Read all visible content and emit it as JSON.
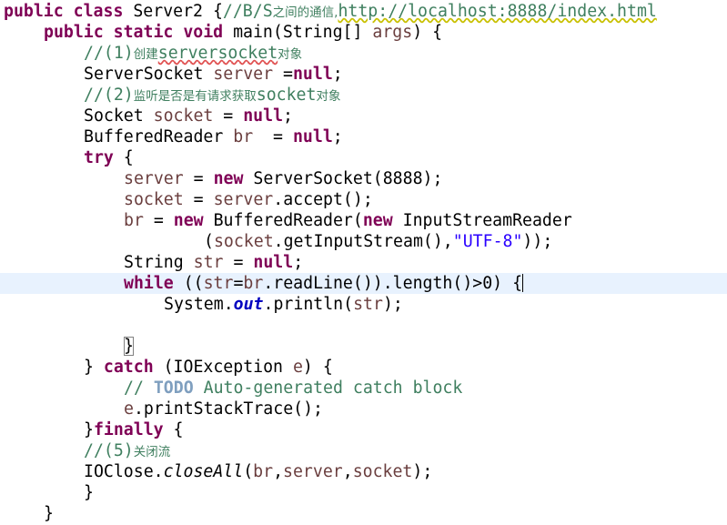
{
  "editor": {
    "lines": [
      {
        "parts": [
          {
            "t": "public",
            "c": "kw"
          },
          {
            "t": " ",
            "c": ""
          },
          {
            "t": "class",
            "c": "kw"
          },
          {
            "t": " Server2 {",
            "c": ""
          },
          {
            "t": "//B/S",
            "c": "cmt"
          },
          {
            "t": "之间的通信,",
            "c": "cmt zh"
          },
          {
            "t": "http://localhost:8888/index.html",
            "c": "cmt url"
          }
        ]
      },
      {
        "parts": [
          {
            "t": "public",
            "c": "kw"
          },
          {
            "t": " ",
            "c": ""
          },
          {
            "t": "static",
            "c": "kw"
          },
          {
            "t": " ",
            "c": ""
          },
          {
            "t": "void",
            "c": "kw"
          },
          {
            "t": " main(String[] ",
            "c": ""
          },
          {
            "t": "args",
            "c": "var"
          },
          {
            "t": ") {",
            "c": ""
          }
        ]
      },
      {
        "parts": [
          {
            "t": "//(1)",
            "c": "cmt"
          },
          {
            "t": "创建",
            "c": "cmt zh"
          },
          {
            "t": "serversocket",
            "c": "cmt spell"
          },
          {
            "t": "对象",
            "c": "cmt zh"
          }
        ]
      },
      {
        "parts": [
          {
            "t": "ServerSocket ",
            "c": ""
          },
          {
            "t": "server",
            "c": "var"
          },
          {
            "t": " =",
            "c": ""
          },
          {
            "t": "null",
            "c": "kw"
          },
          {
            "t": ";",
            "c": ""
          }
        ]
      },
      {
        "parts": [
          {
            "t": "//(2)",
            "c": "cmt"
          },
          {
            "t": "监听是否是有请求获取",
            "c": "cmt zh"
          },
          {
            "t": "socket",
            "c": "cmt"
          },
          {
            "t": "对象",
            "c": "cmt zh"
          }
        ]
      },
      {
        "parts": [
          {
            "t": "Socket ",
            "c": ""
          },
          {
            "t": "socket",
            "c": "var"
          },
          {
            "t": " = ",
            "c": ""
          },
          {
            "t": "null",
            "c": "kw"
          },
          {
            "t": ";",
            "c": ""
          }
        ]
      },
      {
        "parts": [
          {
            "t": "BufferedReader ",
            "c": ""
          },
          {
            "t": "br",
            "c": "var"
          },
          {
            "t": "  = ",
            "c": ""
          },
          {
            "t": "null",
            "c": "kw"
          },
          {
            "t": ";",
            "c": ""
          }
        ]
      },
      {
        "parts": [
          {
            "t": "try",
            "c": "kw"
          },
          {
            "t": " {",
            "c": ""
          }
        ]
      },
      {
        "parts": [
          {
            "t": "server",
            "c": "var"
          },
          {
            "t": " = ",
            "c": ""
          },
          {
            "t": "new",
            "c": "kw"
          },
          {
            "t": " ServerSocket(8888);",
            "c": ""
          }
        ]
      },
      {
        "parts": [
          {
            "t": "socket",
            "c": "var"
          },
          {
            "t": " = ",
            "c": ""
          },
          {
            "t": "server",
            "c": "var"
          },
          {
            "t": ".accept();",
            "c": ""
          }
        ]
      },
      {
        "parts": [
          {
            "t": "br",
            "c": "var"
          },
          {
            "t": " = ",
            "c": ""
          },
          {
            "t": "new",
            "c": "kw"
          },
          {
            "t": " BufferedReader(",
            "c": ""
          },
          {
            "t": "new",
            "c": "kw"
          },
          {
            "t": " InputStreamReader",
            "c": ""
          }
        ]
      },
      {
        "parts": [
          {
            "t": "(",
            "c": ""
          },
          {
            "t": "socket",
            "c": "var"
          },
          {
            "t": ".getInputStream(),",
            "c": ""
          },
          {
            "t": "\"UTF-8\"",
            "c": "str"
          },
          {
            "t": "));",
            "c": ""
          }
        ]
      },
      {
        "parts": [
          {
            "t": "String ",
            "c": ""
          },
          {
            "t": "str",
            "c": "var"
          },
          {
            "t": " = ",
            "c": ""
          },
          {
            "t": "null",
            "c": "kw"
          },
          {
            "t": ";",
            "c": ""
          }
        ]
      },
      {
        "parts": [
          {
            "t": "while",
            "c": "kw"
          },
          {
            "t": " ((",
            "c": ""
          },
          {
            "t": "str",
            "c": "var"
          },
          {
            "t": "=",
            "c": ""
          },
          {
            "t": "br",
            "c": "var"
          },
          {
            "t": ".readLine()).length()>0) {",
            "c": ""
          }
        ]
      },
      {
        "parts": [
          {
            "t": "System.",
            "c": ""
          },
          {
            "t": "out",
            "c": "fld"
          },
          {
            "t": ".println(",
            "c": ""
          },
          {
            "t": "str",
            "c": "var"
          },
          {
            "t": ");",
            "c": ""
          }
        ]
      },
      {
        "parts": []
      },
      {
        "parts": [
          {
            "t": "}",
            "c": "bracket-box"
          }
        ]
      },
      {
        "parts": [
          {
            "t": "} ",
            "c": ""
          },
          {
            "t": "catch",
            "c": "kw"
          },
          {
            "t": " (IOException ",
            "c": ""
          },
          {
            "t": "e",
            "c": "var"
          },
          {
            "t": ") {",
            "c": ""
          }
        ]
      },
      {
        "parts": [
          {
            "t": "// ",
            "c": "cmt"
          },
          {
            "t": "TODO",
            "c": "todo"
          },
          {
            "t": " Auto-generated catch block",
            "c": "cmt"
          }
        ]
      },
      {
        "parts": [
          {
            "t": "e",
            "c": "var"
          },
          {
            "t": ".printStackTrace();",
            "c": ""
          }
        ]
      },
      {
        "parts": [
          {
            "t": "}",
            "c": ""
          },
          {
            "t": "finally",
            "c": "kw"
          },
          {
            "t": " {",
            "c": ""
          }
        ]
      },
      {
        "parts": [
          {
            "t": "//(5)",
            "c": "cmt"
          },
          {
            "t": "关闭流",
            "c": "cmt zh"
          }
        ]
      },
      {
        "parts": [
          {
            "t": "IOClose.",
            "c": ""
          },
          {
            "t": "closeAll",
            "c": "static-m"
          },
          {
            "t": "(",
            "c": ""
          },
          {
            "t": "br",
            "c": "var"
          },
          {
            "t": ",",
            "c": ""
          },
          {
            "t": "server",
            "c": "var"
          },
          {
            "t": ",",
            "c": ""
          },
          {
            "t": "socket",
            "c": "var"
          },
          {
            "t": ");",
            "c": ""
          }
        ]
      },
      {
        "parts": [
          {
            "t": "}",
            "c": ""
          }
        ]
      },
      {
        "parts": [
          {
            "t": "}",
            "c": ""
          }
        ]
      }
    ]
  }
}
